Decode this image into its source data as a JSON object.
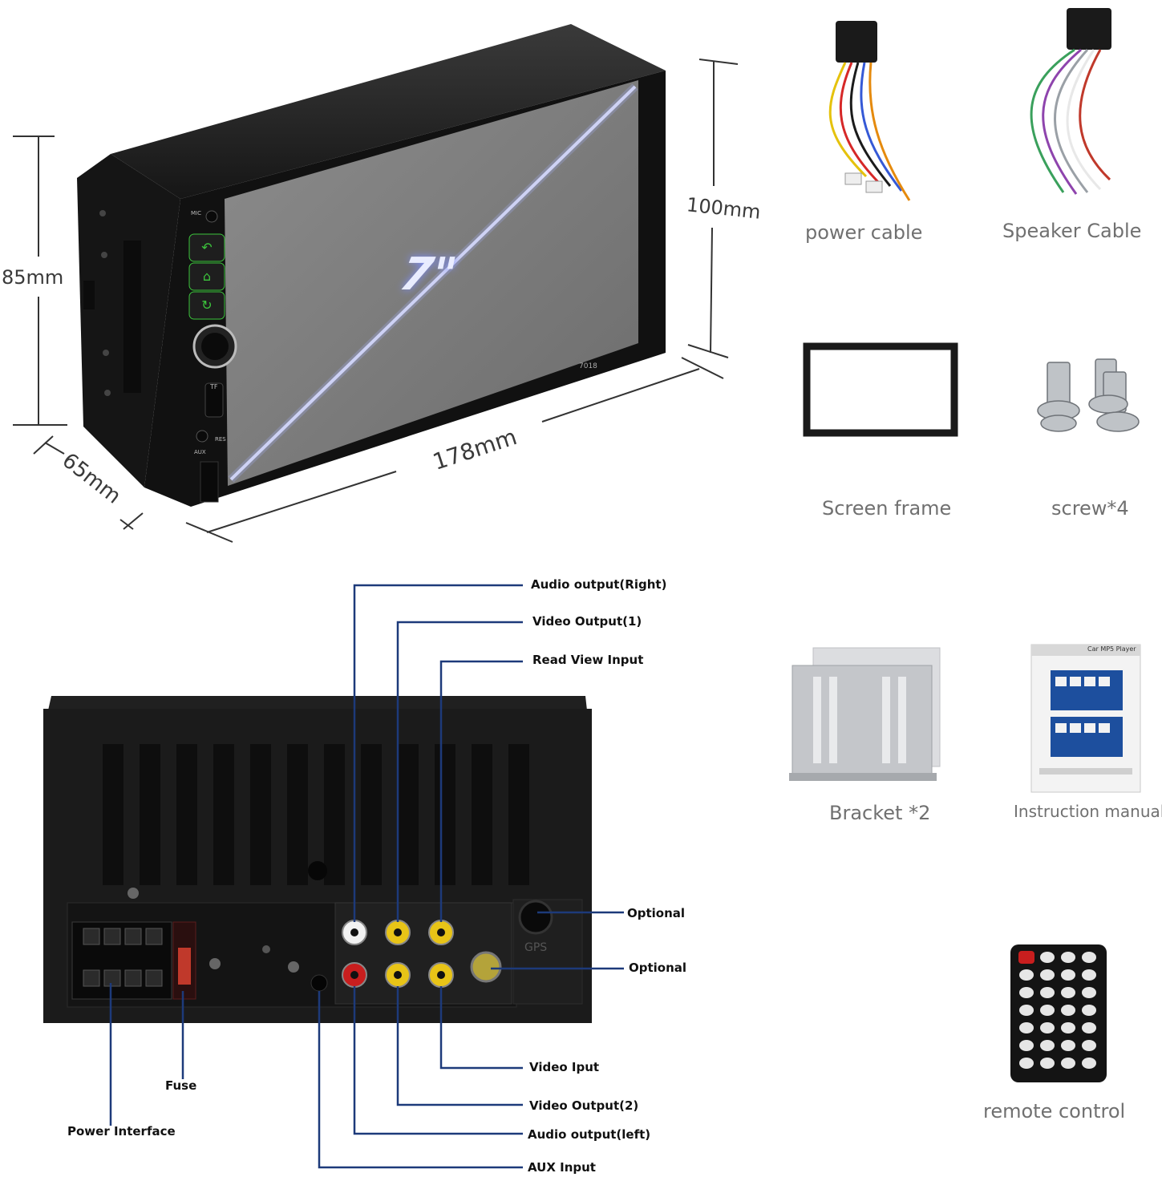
{
  "dimensions": {
    "height_main": "100mm",
    "height_side": "85mm",
    "depth": "65mm",
    "width": "178mm",
    "screen_size": "7\""
  },
  "unit": {
    "brand_text": "7018",
    "side_labels": {
      "mic": "MIC",
      "tf": "TF",
      "rst": "RES",
      "aux": "AUX"
    },
    "gps_label": "GPS"
  },
  "accessories": [
    {
      "name": "power cable"
    },
    {
      "name": "Speaker Cable"
    },
    {
      "name": "Screen frame"
    },
    {
      "name": "screw*4"
    },
    {
      "name": "Bracket *2"
    },
    {
      "name": "Instruction manual"
    },
    {
      "name": "remote control"
    }
  ],
  "manual": {
    "title": "Car MP5 Player"
  },
  "callouts": {
    "audio_right": "Audio output(Right)",
    "video_out_1": "Video Output(1)",
    "rear_view": "Read View Input",
    "optional_gps": "Optional",
    "optional_ant": "Optional",
    "video_input": "Video Iput",
    "video_out_2": "Video Output(2)",
    "audio_left": "Audio output(left)",
    "aux_input": "AUX Input",
    "fuse": "Fuse",
    "power_interface": "Power Interface"
  },
  "colors": {
    "callout_line": "#1d3a7a",
    "unit_body": "#1b1b1b",
    "screen_glass": "#8a8a8a",
    "button_green": "#3cc43c",
    "rca_yellow": "#e8c417",
    "rca_red": "#c81e1e",
    "rca_white": "#f2f2f2"
  }
}
